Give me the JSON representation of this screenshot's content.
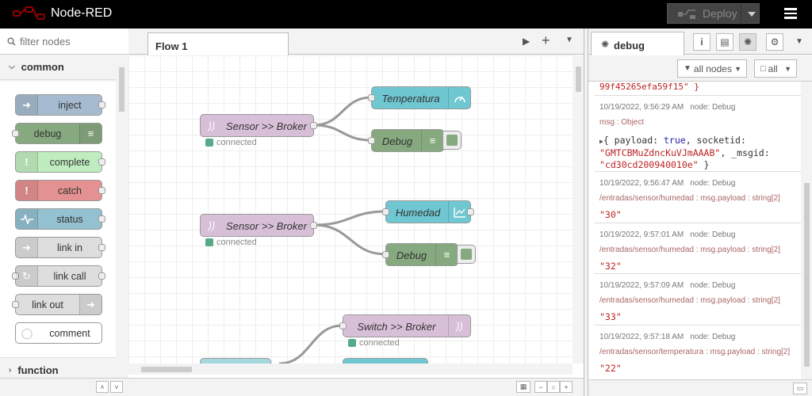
{
  "header": {
    "app_title": "Node-RED",
    "deploy_label": "Deploy"
  },
  "palette": {
    "filter_placeholder": "filter nodes",
    "categories": [
      {
        "label": "common"
      },
      {
        "label": "function"
      }
    ],
    "nodes": [
      {
        "label": "inject",
        "color": "#a6bbcf"
      },
      {
        "label": "debug",
        "color": "#87a980"
      },
      {
        "label": "complete",
        "color": "#c0edc0"
      },
      {
        "label": "catch",
        "color": "#e49191"
      },
      {
        "label": "status",
        "color": "#94c1d0"
      },
      {
        "label": "link in",
        "color": "#dddddd"
      },
      {
        "label": "link call",
        "color": "#dddddd"
      },
      {
        "label": "link out",
        "color": "#dddddd"
      },
      {
        "label": "comment",
        "color": "#ffffff"
      }
    ]
  },
  "workspace": {
    "tab": "Flow 1",
    "nodes": [
      {
        "label": "Sensor >> Broker",
        "status": "connected"
      },
      {
        "label": "Temperatura"
      },
      {
        "label": "Debug"
      },
      {
        "label": "Sensor >> Broker",
        "status": "connected"
      },
      {
        "label": "Humedad"
      },
      {
        "label": "Debug"
      },
      {
        "label": "Switch >> Broker",
        "status": "connected"
      }
    ]
  },
  "sidebar": {
    "tab": "debug",
    "filter_nodes": "all nodes",
    "filter_clear": "all",
    "messages": [
      {
        "text": "99f45265efa59f15\"  }"
      },
      {
        "time": "10/19/2022, 9:56:29 AM",
        "node": "node: Debug",
        "topic": "msg : Object",
        "obj": {
          "l1a": "{ payload: ",
          "l1b": "true",
          "l1c": ", socketid:",
          "l2": "\"GMTCBMuZdncKuVJmAAAB\"",
          "l2b": ", _msgid:",
          "l3": "\"cd30cd200940010e\"",
          "l3b": " }"
        }
      },
      {
        "time": "10/19/2022, 9:56:47 AM",
        "node": "node: Debug",
        "topic": "/entradas/sensor/humedad : msg.payload : string[2]",
        "value": "\"30\""
      },
      {
        "time": "10/19/2022, 9:57:01 AM",
        "node": "node: Debug",
        "topic": "/entradas/sensor/humedad : msg.payload : string[2]",
        "value": "\"32\""
      },
      {
        "time": "10/19/2022, 9:57:09 AM",
        "node": "node: Debug",
        "topic": "/entradas/sensor/humedad : msg.payload : string[2]",
        "value": "\"33\""
      },
      {
        "time": "10/19/2022, 9:57:18 AM",
        "node": "node: Debug",
        "topic": "/entradas/sensor/temperatura : msg.payload : string[2]",
        "value": "\"22\""
      }
    ]
  }
}
